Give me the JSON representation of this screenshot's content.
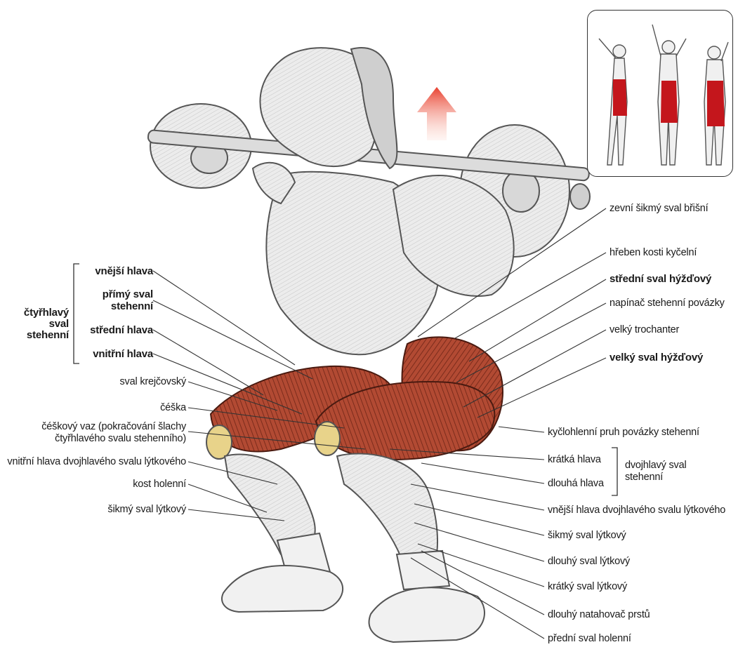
{
  "left_group": {
    "bracket_label": "čtyřhlavý\nsval\nstehenní",
    "heads": [
      "vnější hlava",
      "přímý sval\nstehenní",
      "střední hlava",
      "vnitřní hlava"
    ]
  },
  "left_labels": [
    "sval krejčovský",
    "čéška",
    "čéškový vaz (pokračování šlachy\nčtyřhlavého svalu stehenního)",
    "vnitřní hlava dvojhlavého svalu lýtkového",
    "kost holenní",
    "šikmý sval lýtkový"
  ],
  "right_labels": [
    "zevní šikmý sval břišní",
    "hřeben kosti kyčelní",
    "střední sval hýžďový",
    "napínač stehenní povázky",
    "velký trochanter",
    "velký sval hýžďový",
    "kyčlohlenní pruh povázky stehenní"
  ],
  "right_group": {
    "heads": [
      "krátká hlava",
      "dlouhá hlava"
    ],
    "bracket_label": "dvojhlavý sval\nstehenní"
  },
  "right_lower_labels": [
    "vnější hlava dvojhlavého svalu lýtkového",
    "šikmý sval lýtkový",
    "dlouhý sval lýtkový",
    "krátký sval lýtkový",
    "dlouhý natahovač prstů",
    "přední sval holenní"
  ],
  "colors": {
    "muscle_red": "#a8412c",
    "muscle_dark": "#7a2a1c",
    "arrow": "#e8402f",
    "inset_red": "#c4161c",
    "skin_gray": "#e6e6e6",
    "line": "#333333"
  }
}
